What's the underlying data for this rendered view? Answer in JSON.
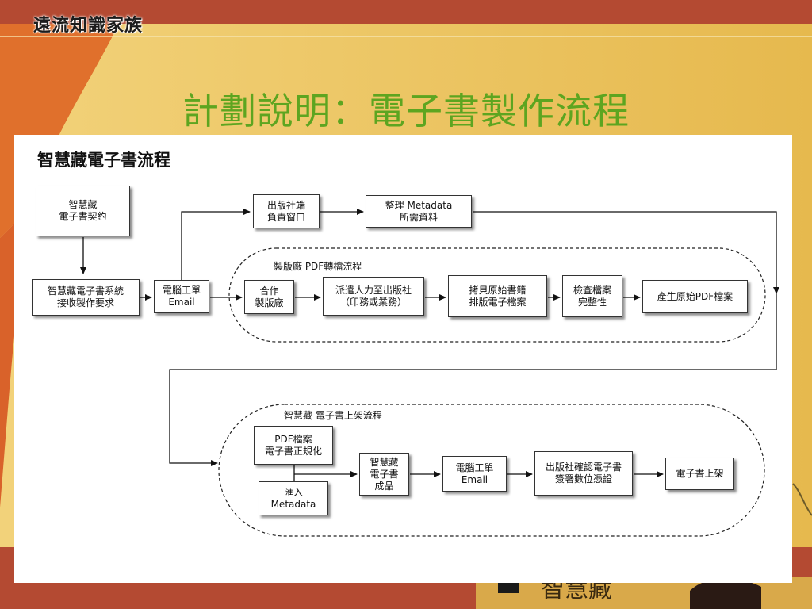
{
  "header": {
    "brand": "遠流知識家族",
    "title": "計劃說明：電子書製作流程"
  },
  "diagram": {
    "heading": "智慧藏電子書流程",
    "groups": {
      "pdf_flow": "製版廠 PDF轉檔流程",
      "shelf_flow": "智慧藏 電子書上架流程"
    },
    "boxes": {
      "contract": "智慧藏\n電子書契約",
      "request": "智慧藏電子書系統\n接收製作要求",
      "email_order_1": "電腦工單\nEmail",
      "publisher_window": "出版社端\n負責窗口",
      "metadata_prep": "整理 Metadata\n所需資料",
      "partner": "合作\n製版廠",
      "dispatch": "派遣人力至出版社\n（印務或業務）",
      "copy_files": "拷貝原始書籍\n排版電子檔案",
      "check_files": "檢查檔案\n完整性",
      "generate_pdf": "產生原始PDF檔案",
      "normalize": "PDF檔案\n電子書正規化",
      "import_metadata": "匯入\nMetadata",
      "product": "智慧藏\n電子書\n成品",
      "email_order_2": "電腦工單\nEmail",
      "sign_cert": "出版社確認電子書\n簽署數位憑證",
      "on_shelf": "電子書上架"
    }
  },
  "footer": {
    "logo_text": "智慧藏"
  },
  "colors": {
    "title_green": "#5da520",
    "top_band": "#b44a32",
    "bottom_band": "#b44a32",
    "orange_swoosh": "#e0702c",
    "gold_bg": "#e9c35a"
  }
}
